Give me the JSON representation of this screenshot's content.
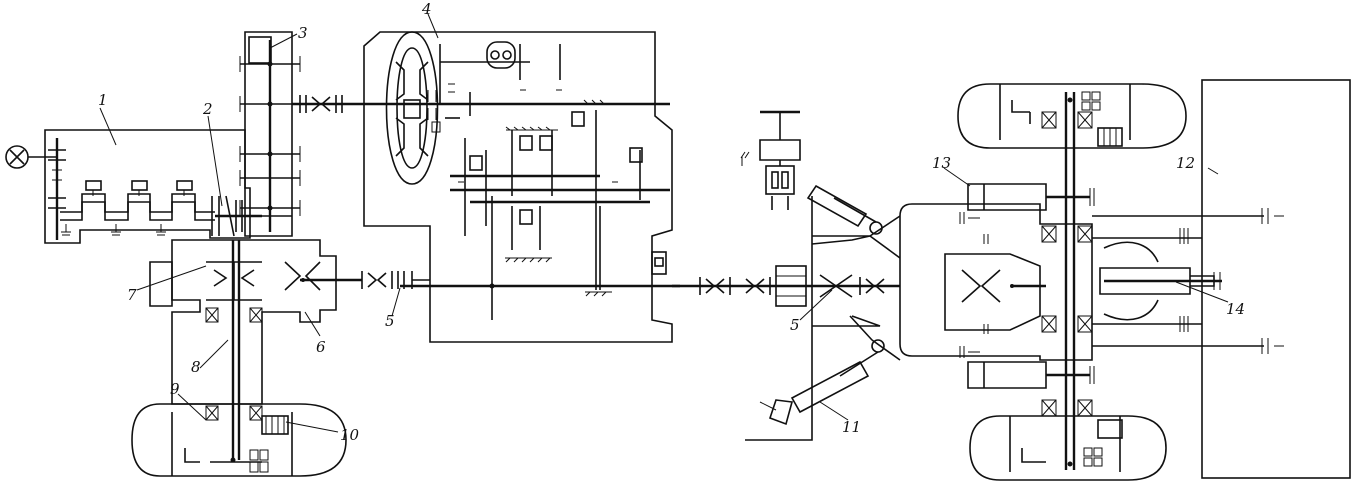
{
  "diagram": {
    "callouts": [
      "1",
      "2",
      "3",
      "4",
      "5",
      "6",
      "7",
      "8",
      "9",
      "10",
      "5",
      "11",
      "12",
      "13",
      "14"
    ]
  },
  "colors": {
    "ink": "#111111",
    "background": "#ffffff"
  }
}
